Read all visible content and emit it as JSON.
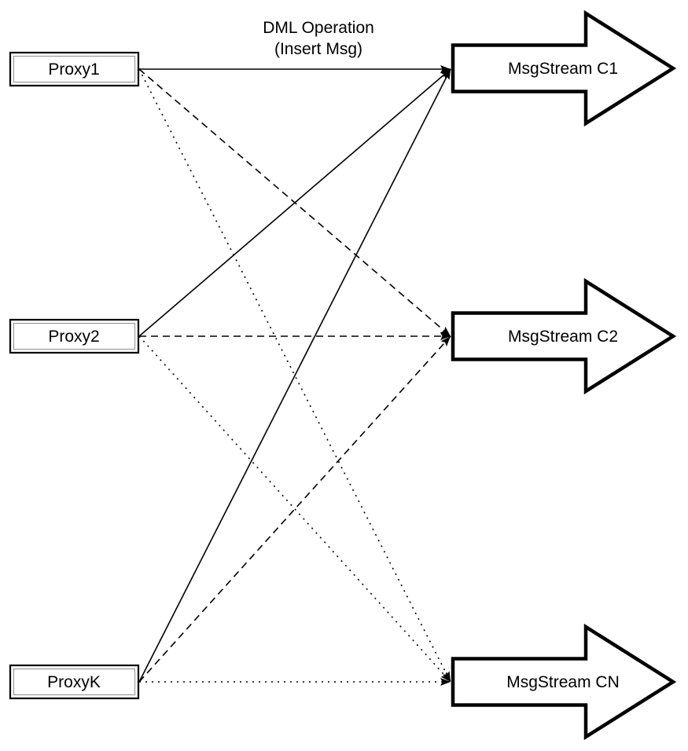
{
  "diagram": {
    "edge_label": {
      "line1": "DML Operation",
      "line2": "(Insert Msg)"
    },
    "proxies": [
      {
        "label": "Proxy1"
      },
      {
        "label": "Proxy2"
      },
      {
        "label": "ProxyK"
      }
    ],
    "streams": [
      {
        "label": "MsgStream C1"
      },
      {
        "label": "MsgStream C2"
      },
      {
        "label": "MsgStream CN"
      }
    ],
    "edges": [
      {
        "from": "Proxy1",
        "to": "MsgStream C1",
        "style": "solid",
        "label": "DML Operation (Insert Msg)"
      },
      {
        "from": "Proxy2",
        "to": "MsgStream C1",
        "style": "solid",
        "label": ""
      },
      {
        "from": "ProxyK",
        "to": "MsgStream C1",
        "style": "solid",
        "label": ""
      },
      {
        "from": "Proxy1",
        "to": "MsgStream C2",
        "style": "dashed",
        "label": ""
      },
      {
        "from": "Proxy2",
        "to": "MsgStream C2",
        "style": "dashed",
        "label": ""
      },
      {
        "from": "ProxyK",
        "to": "MsgStream C2",
        "style": "dashed",
        "label": ""
      },
      {
        "from": "Proxy1",
        "to": "MsgStream CN",
        "style": "dotted",
        "label": ""
      },
      {
        "from": "Proxy2",
        "to": "MsgStream CN",
        "style": "dotted",
        "label": ""
      },
      {
        "from": "ProxyK",
        "to": "MsgStream CN",
        "style": "dotted",
        "label": ""
      }
    ],
    "colors": {
      "stroke": "#000000",
      "fill": "#ffffff",
      "inner_border": "#8f8f8f"
    }
  }
}
